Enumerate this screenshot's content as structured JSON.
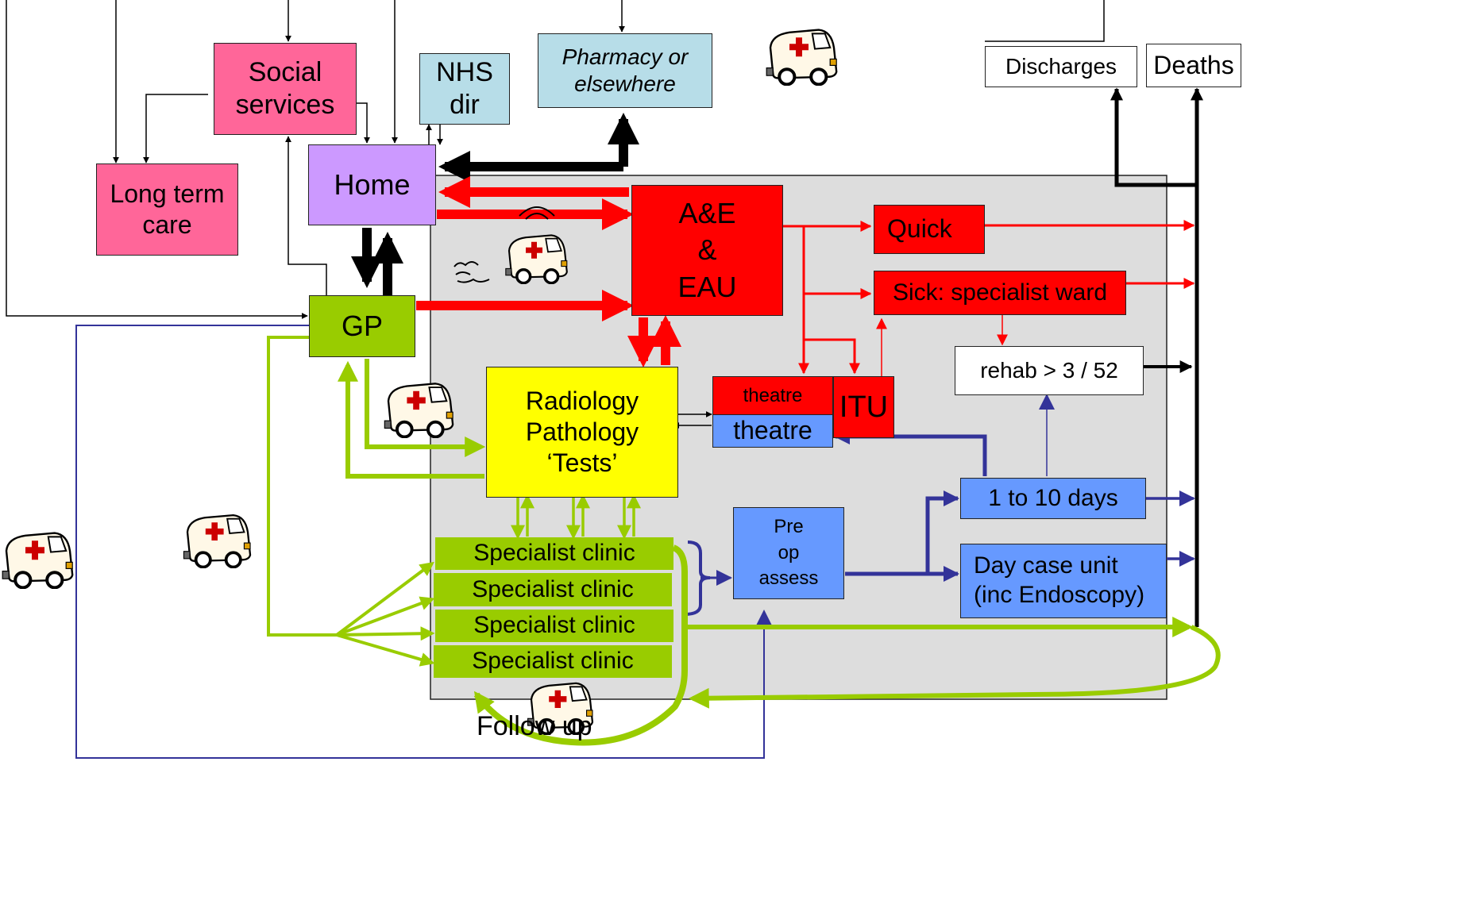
{
  "boxes": {
    "social_services": "Social\nservices",
    "nhs_dir": "NHS\ndir",
    "pharmacy": "Pharmacy or\nelsewhere",
    "long_term_care": "Long term\ncare",
    "home": "Home",
    "discharges": "Discharges",
    "deaths": "Deaths",
    "ae_eau": "A&E\n&\nEAU",
    "quick": "Quick",
    "sick_specialist_ward": "Sick: specialist ward",
    "rehab": "rehab > 3 / 52",
    "gp": "GP",
    "tests": "Radiology\nPathology\n‘Tests’",
    "theatre_red": "theatre",
    "theatre_blue": "theatre",
    "itu": "ITU",
    "one_to_ten_days": "1 to 10 days",
    "specialist_clinic_1": "Specialist clinic",
    "specialist_clinic_2": "Specialist clinic",
    "specialist_clinic_3": "Specialist clinic",
    "specialist_clinic_4": "Specialist clinic",
    "pre_op": "Pre\nop\nassess",
    "day_case_unit": "Day case unit\n(inc Endoscopy)",
    "follow_up": "Follow up"
  },
  "colors": {
    "red": "#ff0000",
    "pink": "#ff6699",
    "green": "#99cc00",
    "blue": "#6699ff",
    "navy": "#333399",
    "lavender": "#cc99ff",
    "cyan": "#b7dde8",
    "yellow": "#ffff00",
    "grey_zone": "#dddddd"
  },
  "icons": [
    "ambulance-icon"
  ]
}
